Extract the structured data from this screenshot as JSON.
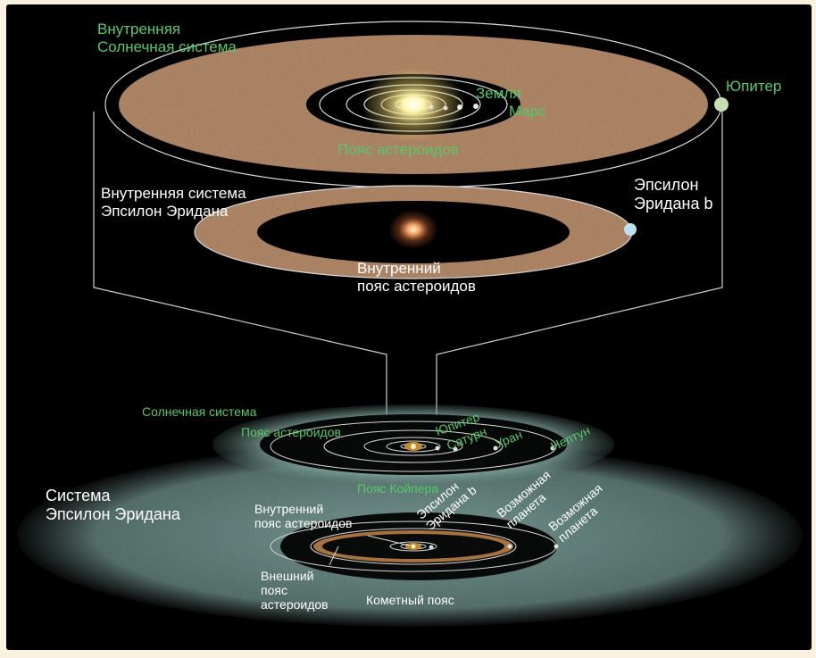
{
  "labels": {
    "inner_solar_system": "Внутренняя\nСолнечная система",
    "earth": "Земля",
    "mars": "Марс",
    "jupiter_top": "Юпитер",
    "asteroid_belt_top": "Пояс астероидов",
    "inner_eps_system": "Внутренняя система\nЭпсилон Эридана",
    "eps_b_top": "Эпсилон\nЭридана b",
    "inner_asteroid_belt_top": "Внутренний\nпояс астероидов",
    "solar_system": "Солнечная система",
    "asteroid_belt_mid": "Пояс астероидов",
    "jupiter_mid": "Юпитер",
    "saturn": "Сатурн",
    "uranus": "Уран",
    "neptune": "Нептун",
    "kuiper_belt": "Пояс Койпера",
    "eps_system": "Система\nЭпсилон Эридана",
    "inner_asteroid_belt_bottom": "Внутренний\nпояс астероидов",
    "eps_b_bottom": "Эпсилон\nЭридана b",
    "possible_planet_1": "Возможная\nпланета",
    "possible_planet_2": "Возможная\nпланета",
    "outer_asteroid_belt": "Внешний\nпояс\nастероидов",
    "comet_belt": "Кометный пояс"
  },
  "colors": {
    "background": "#fbf1df",
    "panel": "#000000",
    "solar_label": "#59c86a",
    "eps_label": "#ffffff",
    "dust": "#b07a44",
    "kuiper": "#8cb8b0"
  }
}
